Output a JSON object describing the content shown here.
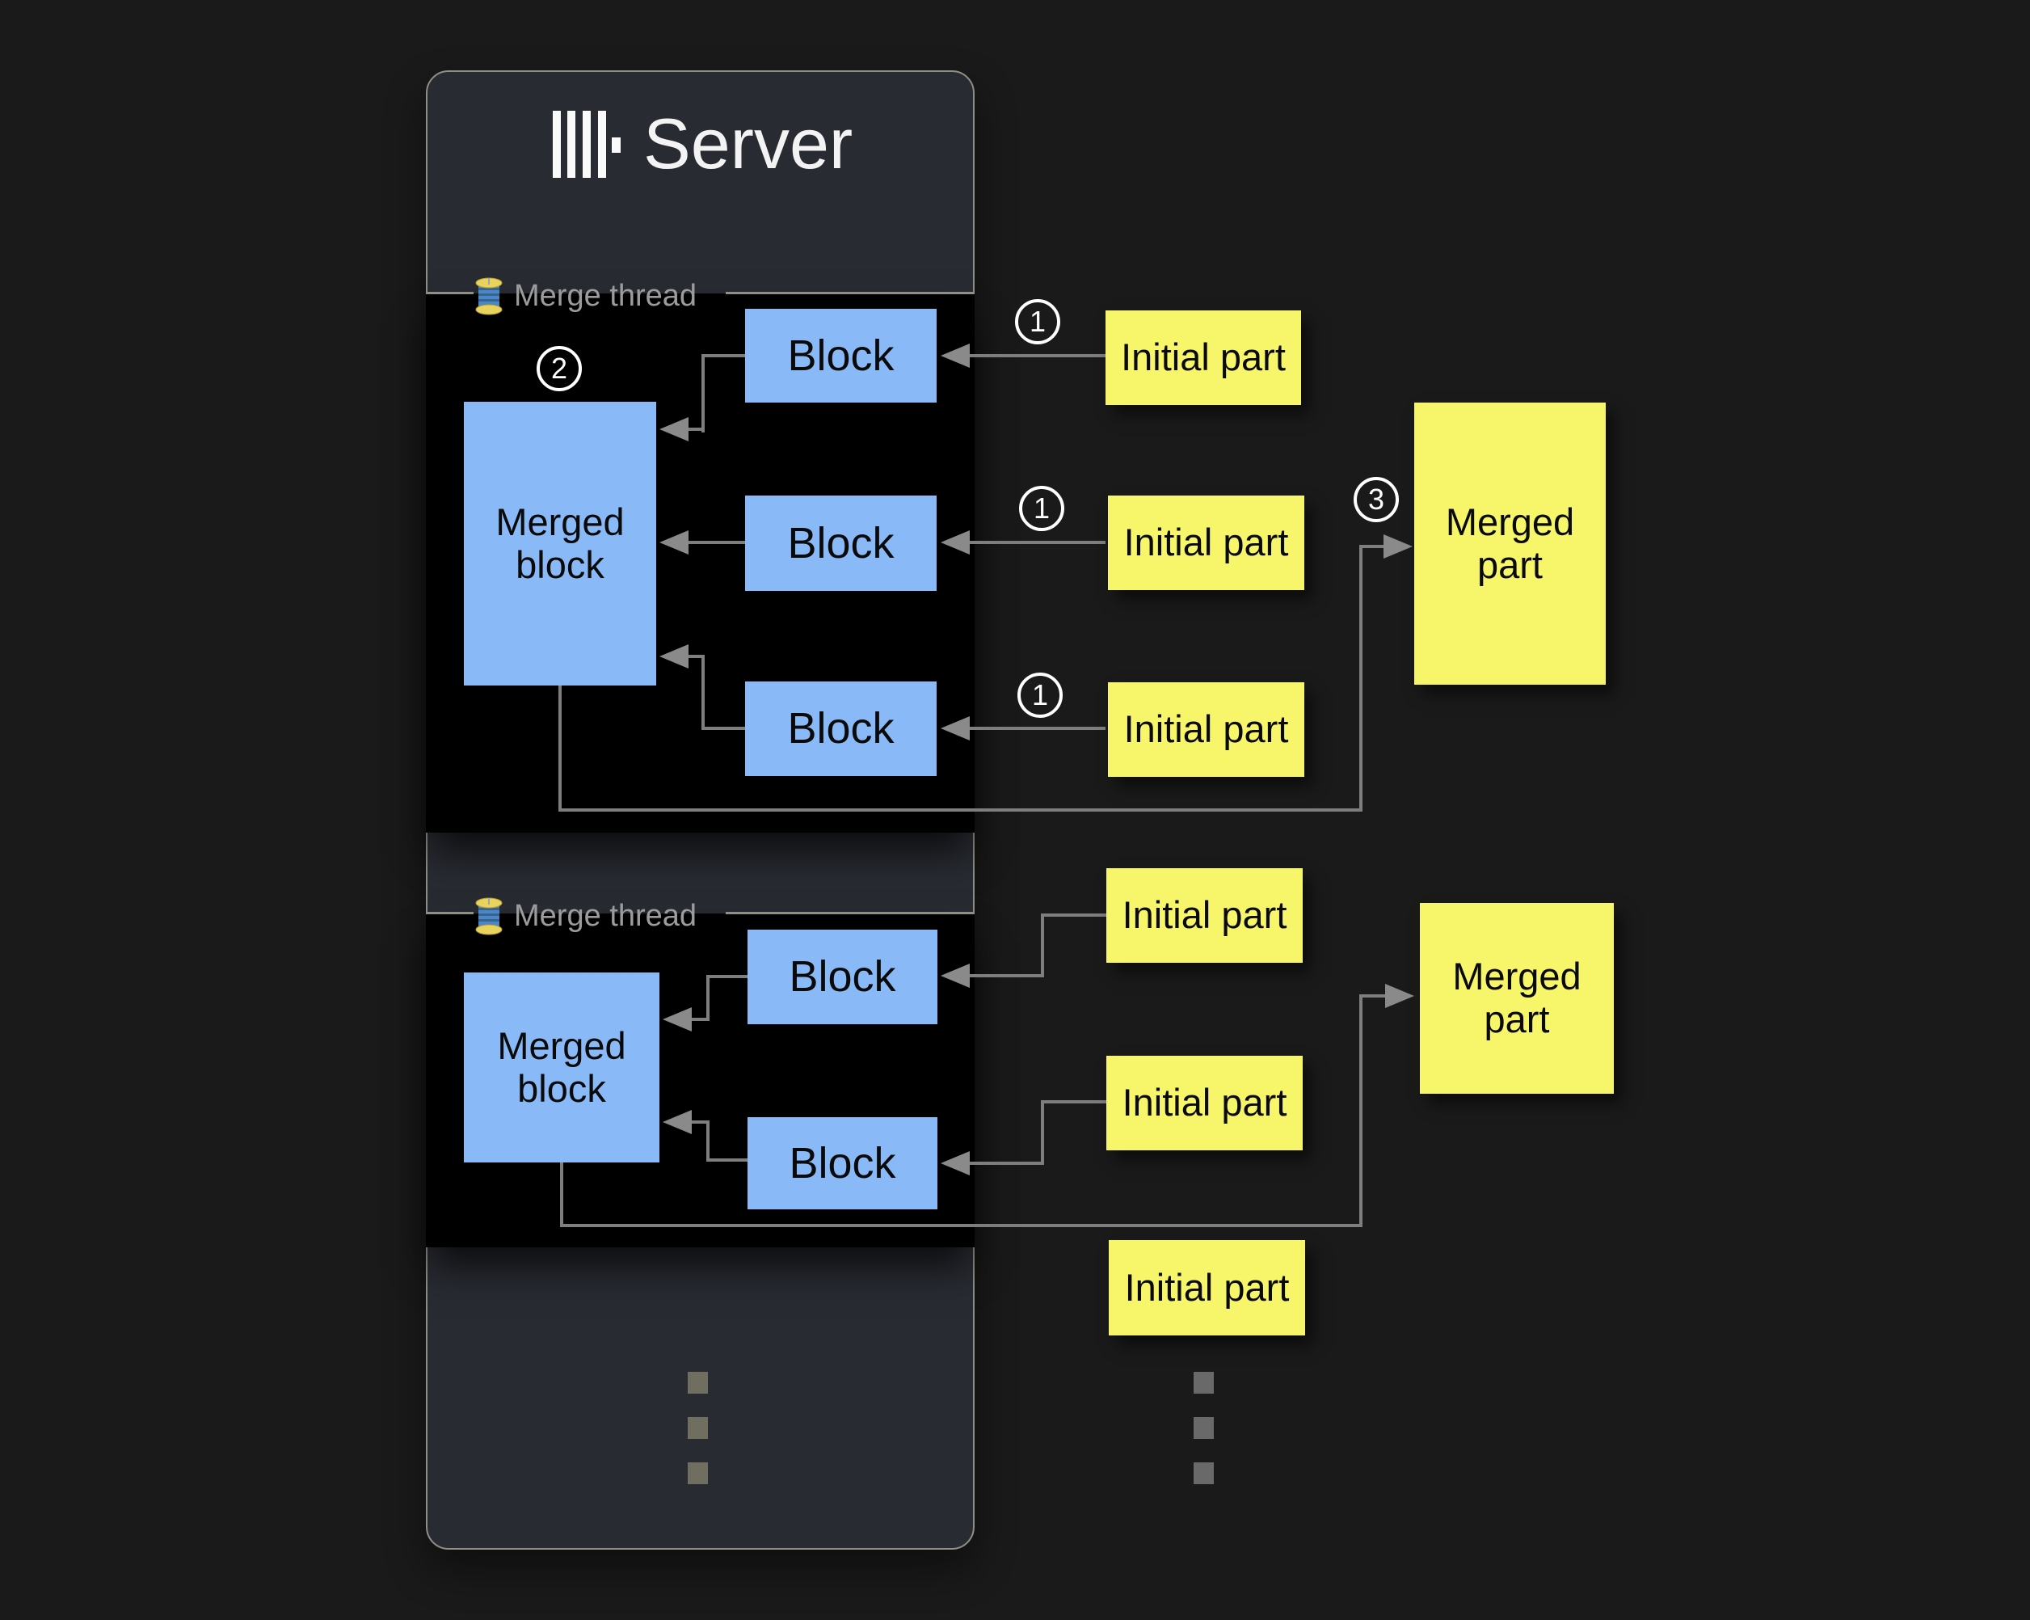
{
  "header": {
    "title": "Server"
  },
  "sections": [
    {
      "label": "Merge thread"
    },
    {
      "label": "Merge thread"
    }
  ],
  "nodes": {
    "merged_block_1": "Merged block",
    "block_1a": "Block",
    "block_1b": "Block",
    "block_1c": "Block",
    "initial_part_1a": "Initial part",
    "initial_part_1b": "Initial part",
    "initial_part_1c": "Initial part",
    "merged_part_1": "Merged part",
    "merged_block_2": "Merged block",
    "block_2a": "Block",
    "block_2b": "Block",
    "initial_part_2a": "Initial part",
    "initial_part_2b": "Initial part",
    "initial_part_2c": "Initial part",
    "merged_part_2": "Merged part"
  },
  "badges": {
    "step_1": "1",
    "step_2": "2",
    "step_3": "3"
  },
  "icons": {
    "logo": "clickhouse-logo",
    "section_icon": "thread-spool-icon"
  },
  "colors": {
    "page_bg": "#1a1a1b",
    "panel_bg": "#282b32",
    "panel_border": "#8f8f85",
    "section_bg": "#000000",
    "block_blue": "#8ab9f8",
    "part_yellow": "#f7f66b",
    "arrow_gray": "#7e7e7e",
    "label_gray": "#9c9c9c",
    "title_white": "#f3f3f3"
  }
}
